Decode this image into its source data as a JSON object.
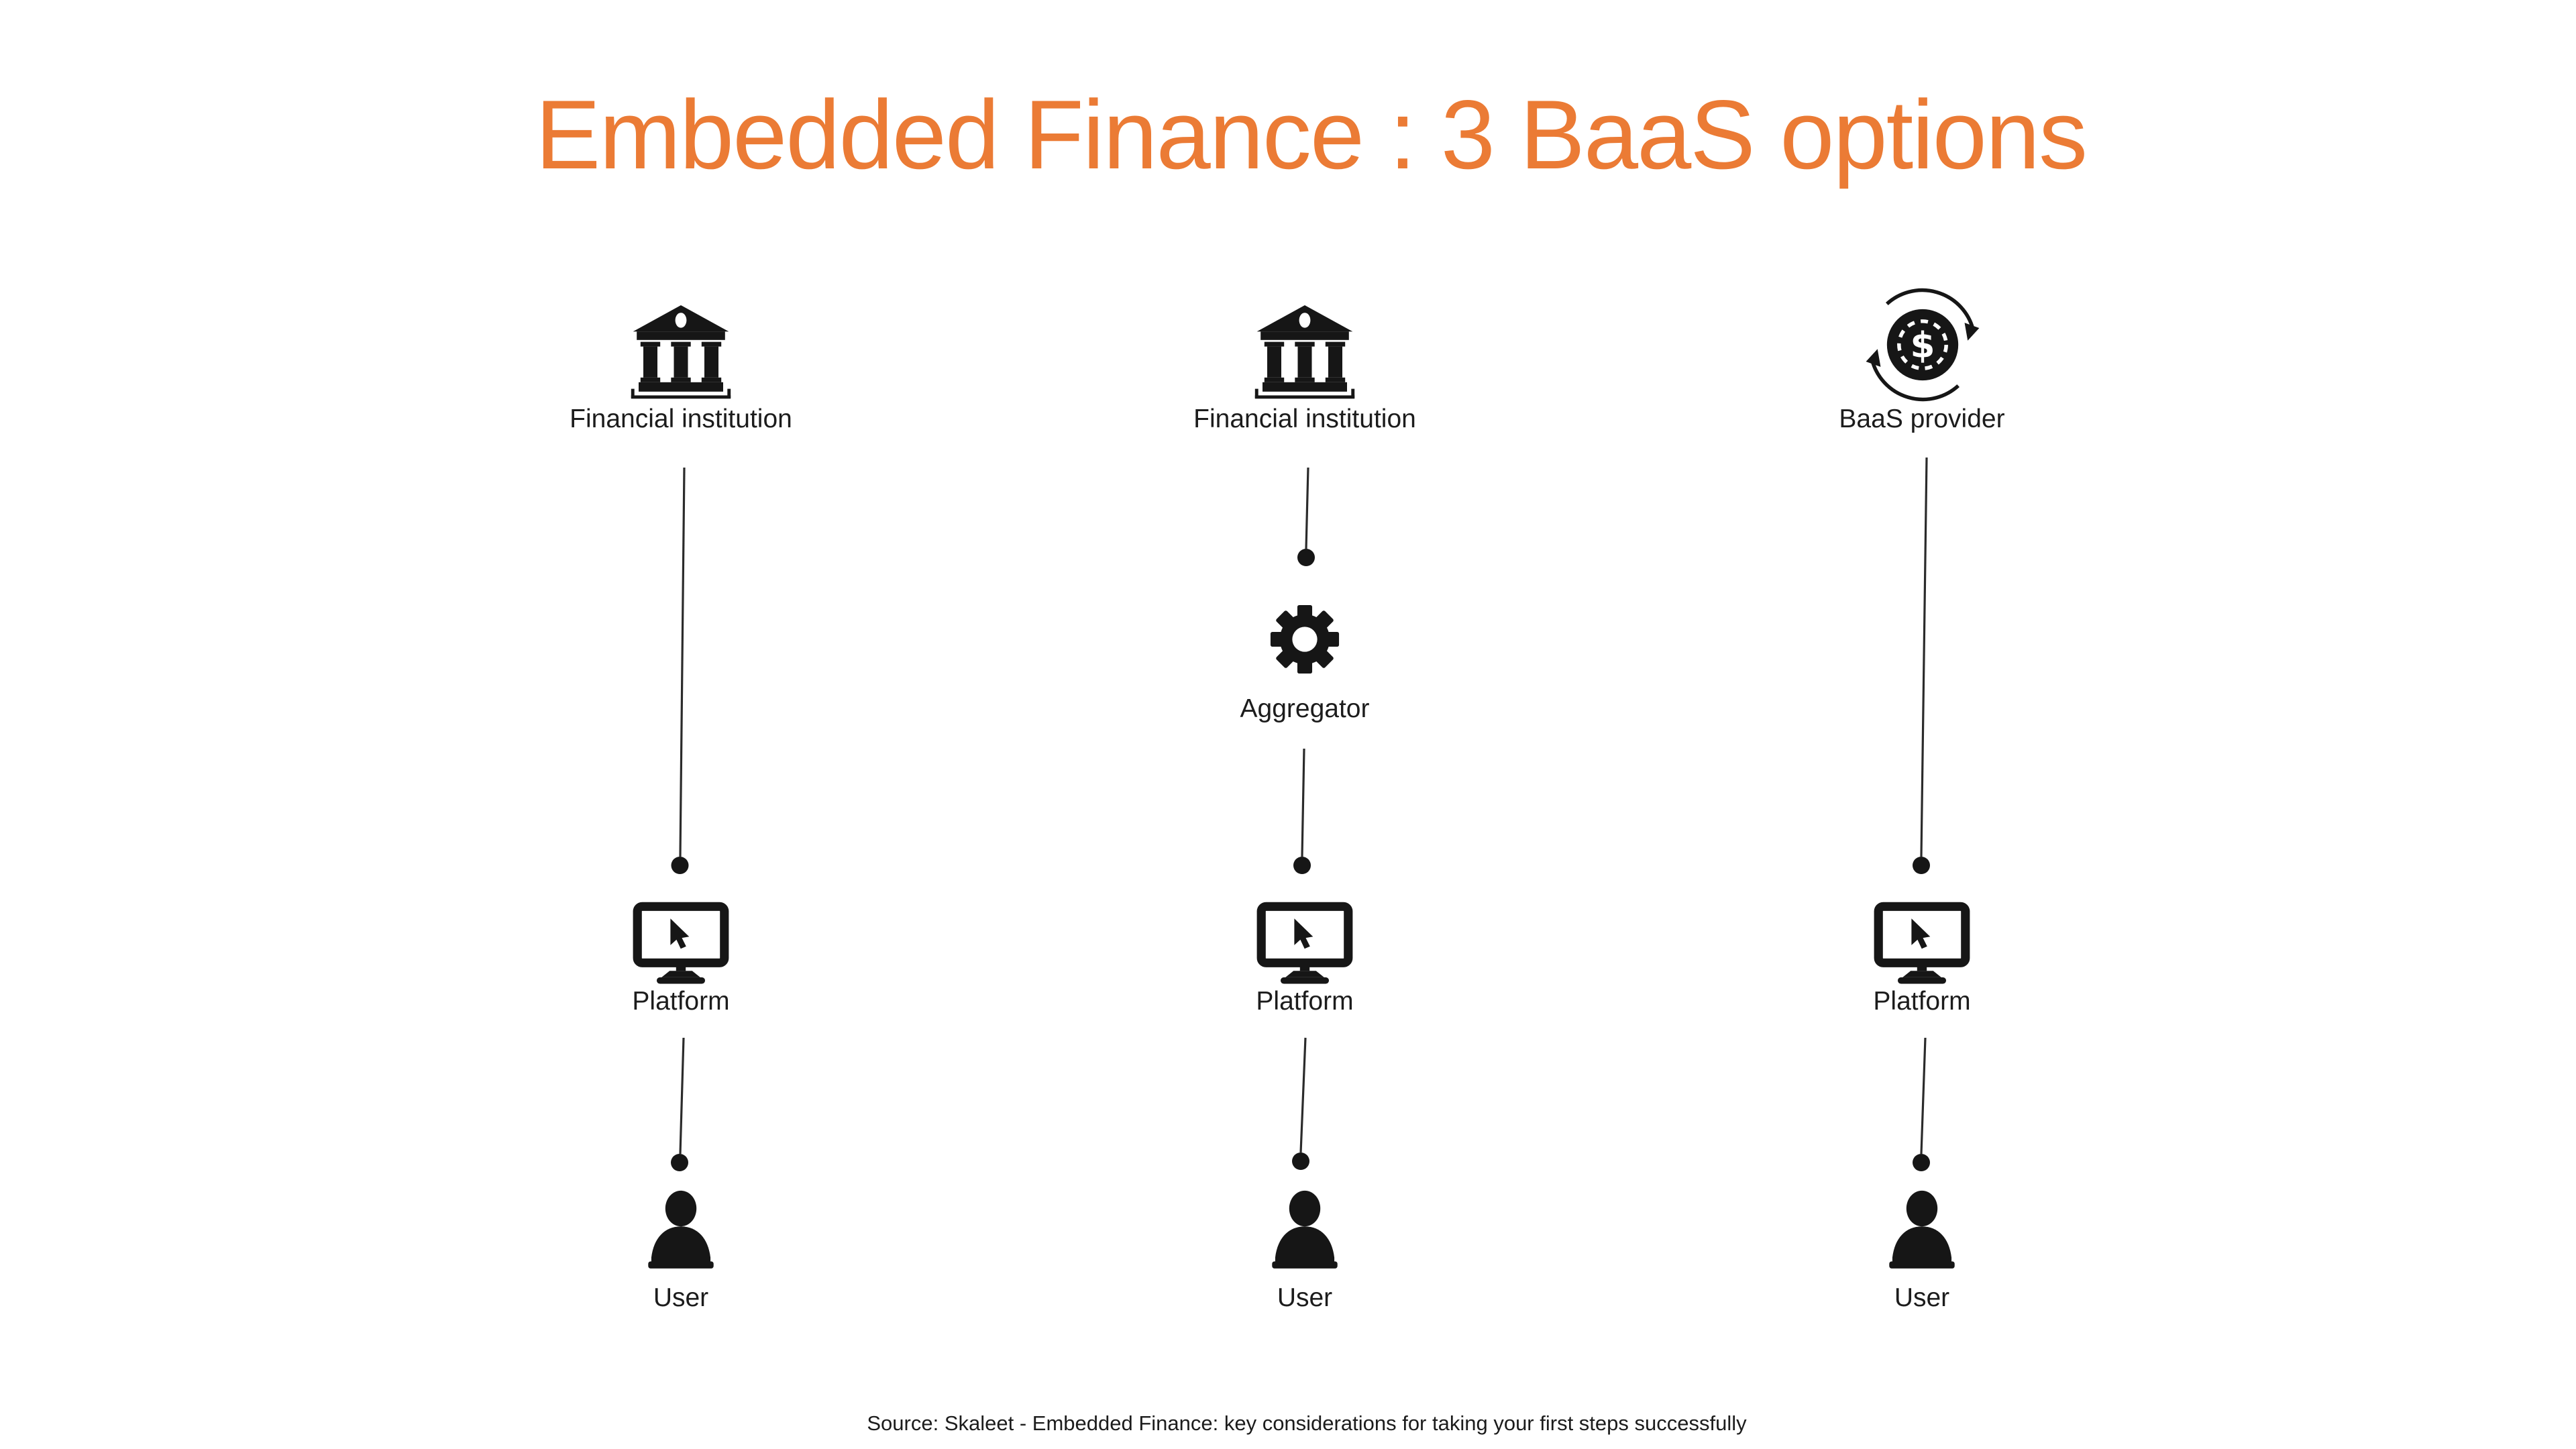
{
  "title": {
    "text": "Embedded Finance : 3 BaaS options",
    "color": "#EB7B35"
  },
  "source_caption": "Source: Skaleet - Embedded Finance: key considerations for taking your first steps successfully",
  "icons": {
    "dollar_symbol": "$"
  },
  "colors": {
    "accent": "#EB7B35",
    "icon_black": "#161616",
    "label_text": "#1C1C1C",
    "connector_line": "#2B2B2B",
    "background": "#FFFFFF"
  },
  "columns": [
    {
      "id": "option-1-direct",
      "nodes": [
        {
          "type": "financial-institution",
          "icon": "bank-icon",
          "label": "Financial institution"
        },
        {
          "type": "platform",
          "icon": "monitor-cursor-icon",
          "label": "Platform"
        },
        {
          "type": "user",
          "icon": "person-icon",
          "label": "User"
        }
      ]
    },
    {
      "id": "option-2-aggregator",
      "nodes": [
        {
          "type": "financial-institution",
          "icon": "bank-icon",
          "label": "Financial institution"
        },
        {
          "type": "aggregator",
          "icon": "gear-icon",
          "label": "Aggregator"
        },
        {
          "type": "platform",
          "icon": "monitor-cursor-icon",
          "label": "Platform"
        },
        {
          "type": "user",
          "icon": "person-icon",
          "label": "User"
        }
      ]
    },
    {
      "id": "option-3-baas",
      "nodes": [
        {
          "type": "baas-provider",
          "icon": "dollar-cycle-icon",
          "label": "BaaS provider"
        },
        {
          "type": "platform",
          "icon": "monitor-cursor-icon",
          "label": "Platform"
        },
        {
          "type": "user",
          "icon": "person-icon",
          "label": "User"
        }
      ]
    }
  ]
}
